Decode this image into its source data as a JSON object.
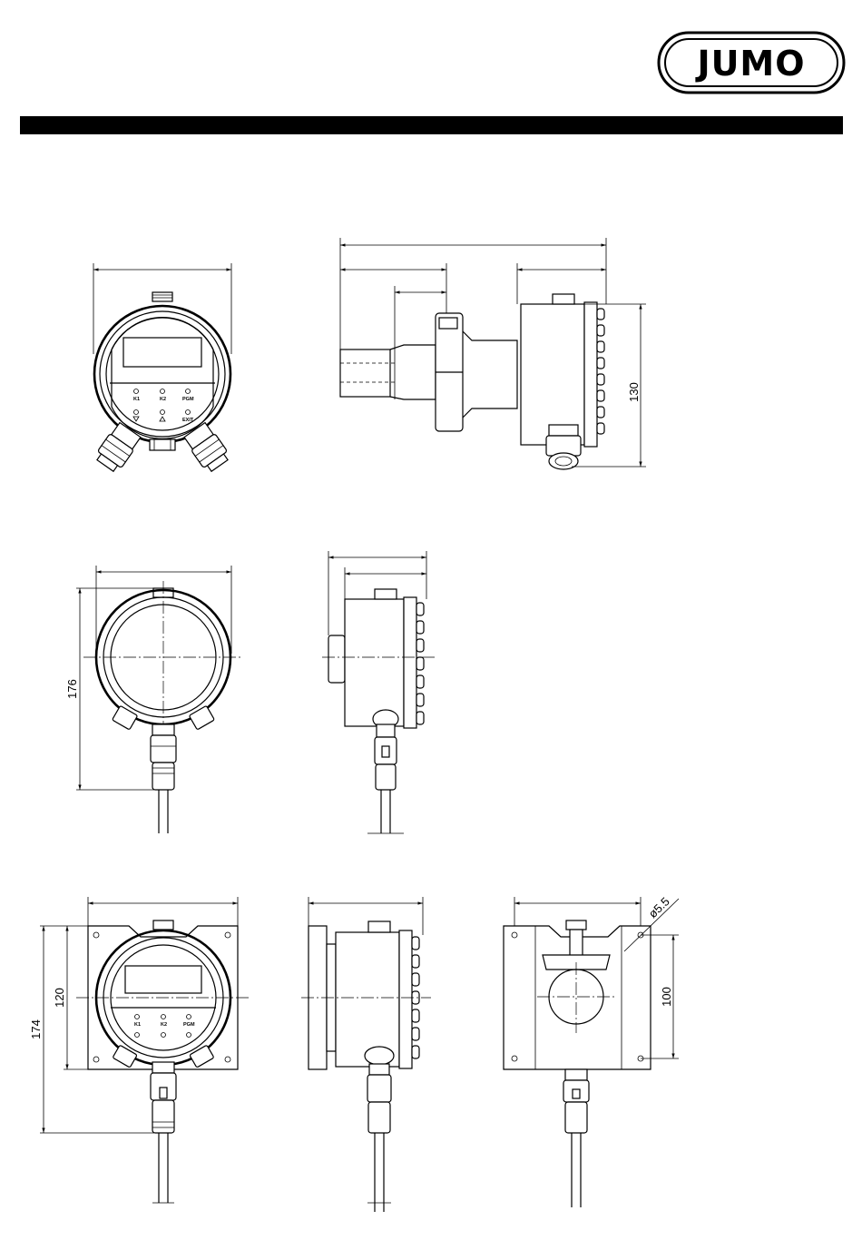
{
  "logo": {
    "text": "JUMO"
  },
  "dimensions": {
    "height_side_view": "130",
    "height_front_cable": "176",
    "height_plate_total": "174",
    "height_plate_housing": "120",
    "hole_spacing": "100",
    "hole_diameter": "ø5.5"
  },
  "keypad": {
    "k1": "K1",
    "k2": "K2",
    "pgm": "PGM",
    "exit": "EXIT"
  }
}
